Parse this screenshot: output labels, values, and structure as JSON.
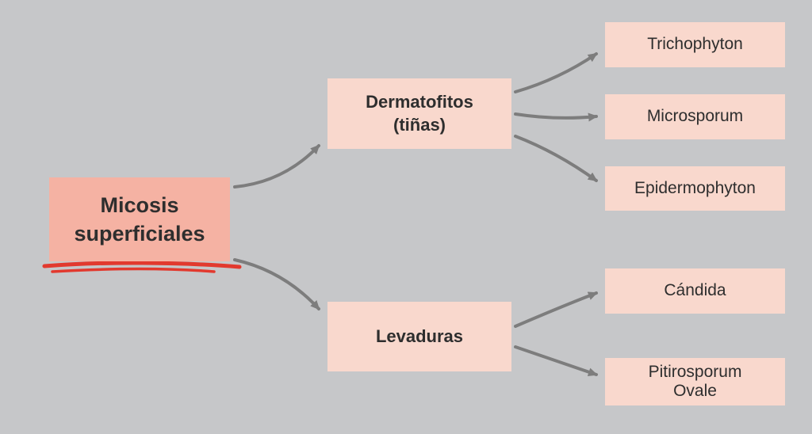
{
  "diagram": {
    "title": "Micosis superficiales classification diagram",
    "root": {
      "label": "Micosis\nsuperficiales"
    },
    "branches": [
      {
        "label": "Dermatofitos\n(tiñas)",
        "children": [
          {
            "label": "Trichophyton"
          },
          {
            "label": "Microsporum"
          },
          {
            "label": "Epidermophyton"
          }
        ]
      },
      {
        "label": "Levaduras",
        "children": [
          {
            "label": "Cándida"
          },
          {
            "label": "Pitirosporum\nOvale"
          }
        ]
      }
    ],
    "colors": {
      "background": "#c6c7c9",
      "root_box": "#f5b2a3",
      "node_box": "#f9d8cd",
      "arrow": "#7d7d7d",
      "underline_scribble": "#e2392e",
      "text": "#2e2e2e"
    }
  }
}
